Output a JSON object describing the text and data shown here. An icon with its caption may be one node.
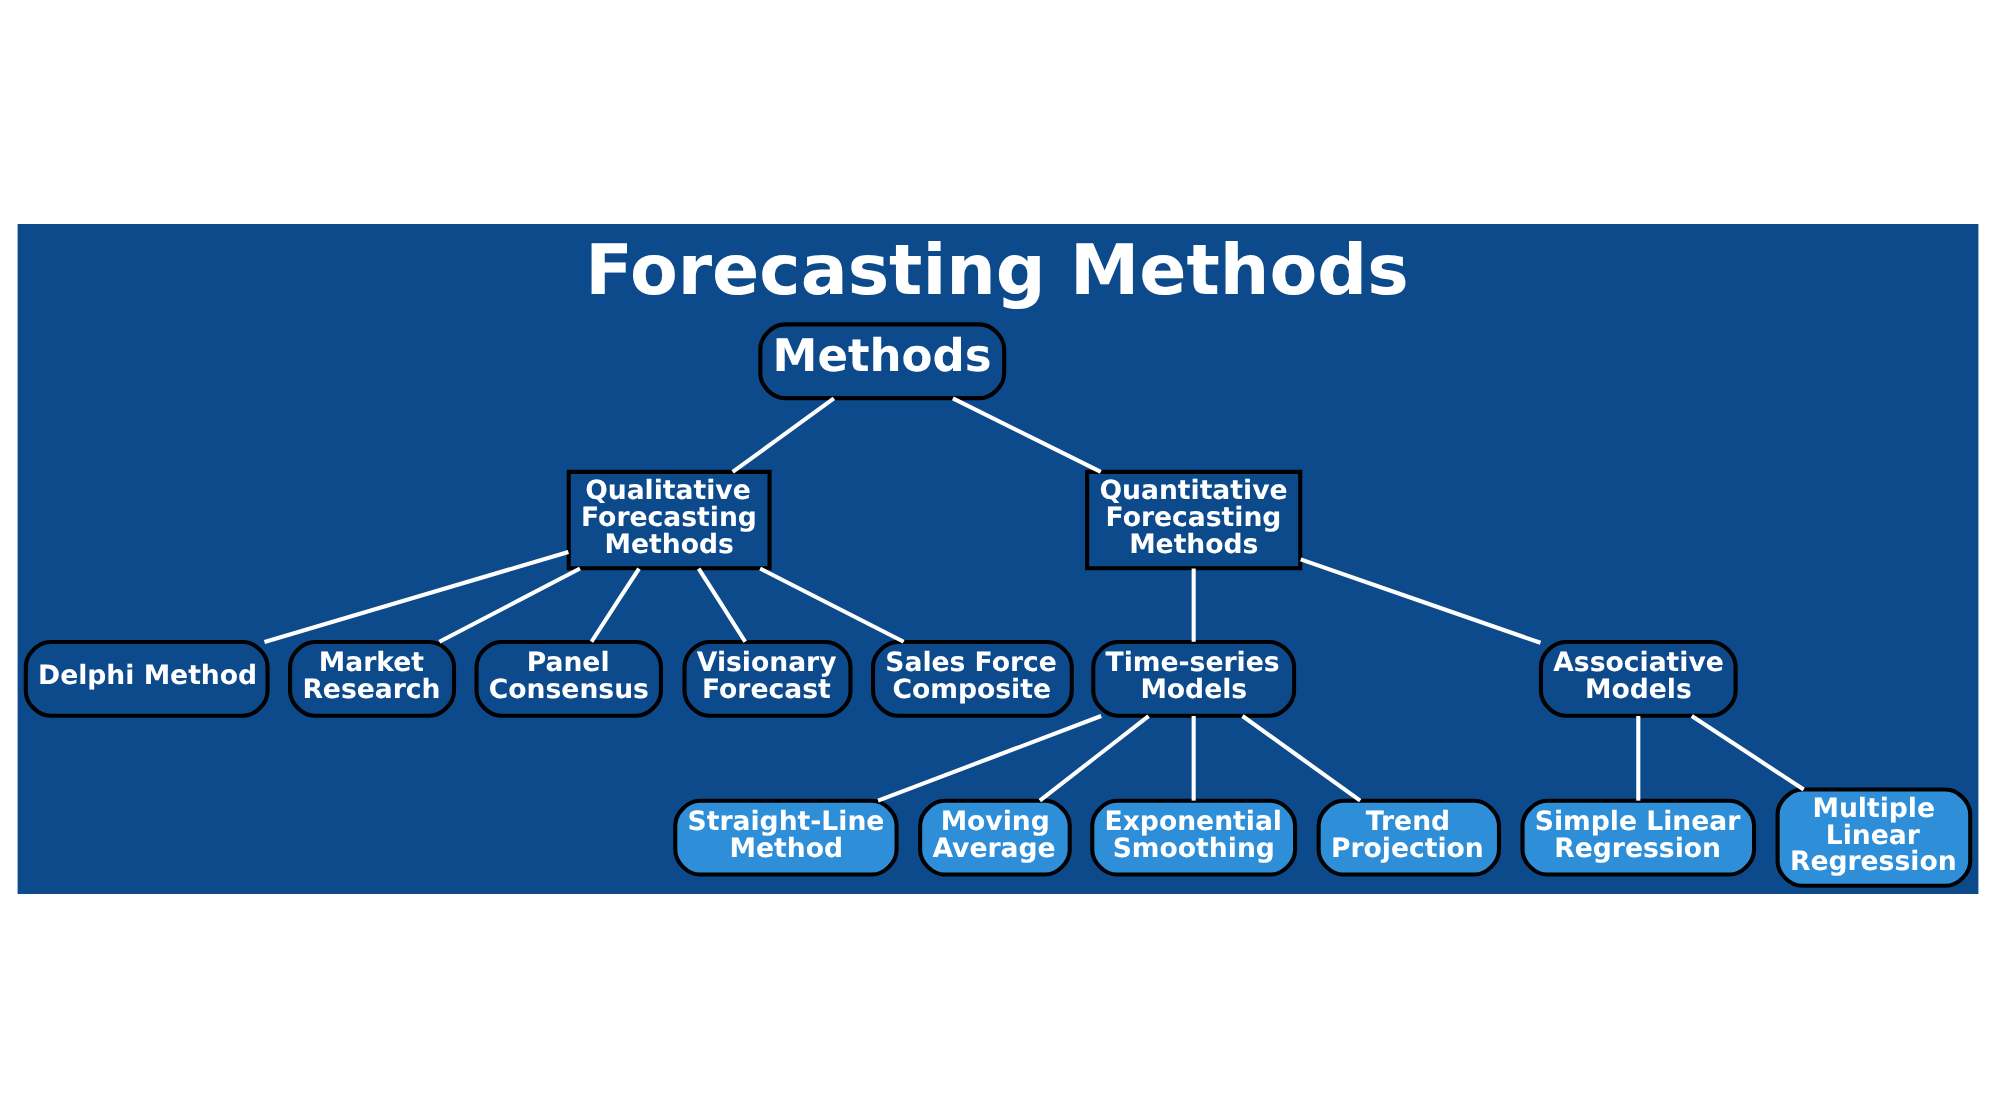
{
  "diagram": {
    "title": "Forecasting Methods",
    "nodes": [
      {
        "text": [
          "Methods"
        ]
      },
      {
        "text": [
          "Qualitative Forecasting Methods"
        ]
      },
      {
        "text": [
          "Quantitative Forecasting Methods"
        ]
      },
      {
        "text": [
          "Delphi Method"
        ]
      },
      {
        "text": [
          "Market Research"
        ]
      },
      {
        "text": [
          "Panel Consensus"
        ]
      },
      {
        "text": [
          "Visionary Forecast"
        ]
      },
      {
        "text": [
          "Sales Force Composite"
        ]
      },
      {
        "text": [
          "Time-series Models"
        ]
      },
      {
        "text": [
          "Associative Models"
        ]
      },
      {
        "text": [
          "Straight-Line Method"
        ]
      },
      {
        "text": [
          "Moving Average"
        ]
      },
      {
        "text": [
          "Exponential Smoothing"
        ]
      },
      {
        "text": [
          "Trend Projection"
        ]
      },
      {
        "text": [
          "Simple Linear Regression"
        ]
      },
      {
        "text": [
          "Multiple Linear Regression"
        ]
      }
    ],
    "edges": [
      {
        "from": 0,
        "to": 1,
        "arrow": "none"
      },
      {
        "from": 0,
        "to": 2,
        "arrow": "none"
      },
      {
        "from": 1,
        "to": 3,
        "arrow": "none"
      },
      {
        "from": 1,
        "to": 4,
        "arrow": "none"
      },
      {
        "from": 1,
        "to": 5,
        "arrow": "none"
      },
      {
        "from": 1,
        "to": 6,
        "arrow": "none"
      },
      {
        "from": 1,
        "to": 7,
        "arrow": "none"
      },
      {
        "from": 2,
        "to": 8,
        "arrow": "none"
      },
      {
        "from": 2,
        "to": 9,
        "arrow": "none"
      },
      {
        "from": 8,
        "to": 10,
        "arrow": "none"
      },
      {
        "from": 8,
        "to": 11,
        "arrow": "none"
      },
      {
        "from": 8,
        "to": 12,
        "arrow": "none"
      },
      {
        "from": 8,
        "to": 13,
        "arrow": "none"
      },
      {
        "from": 9,
        "to": 14,
        "arrow": "none"
      },
      {
        "from": 9,
        "to": 15,
        "arrow": "none"
      }
    ]
  }
}
